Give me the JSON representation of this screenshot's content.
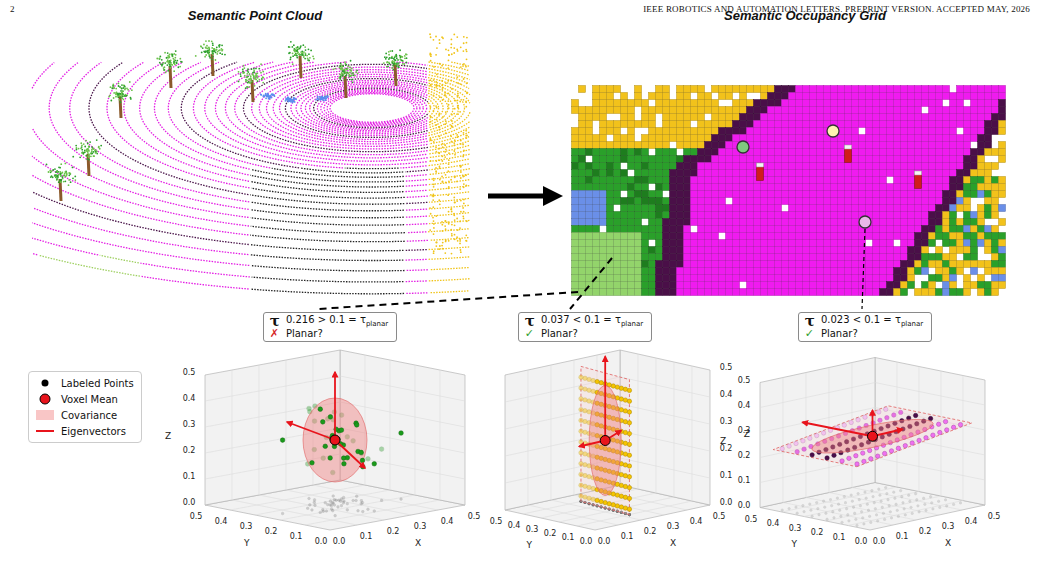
{
  "diagram": {
    "nodes": [
      {
        "text": [
          "Semantic Point Cloud"
        ]
      },
      {
        "text": [
          "Semantic Occupancy Grid"
        ]
      },
      {
        "text": [
          "τ",
          "0.216 > 0.1 = τ",
          "planar",
          "✗",
          "Planar?"
        ]
      },
      {
        "text": [
          "τ",
          "0.037 < 0.1 = τ",
          "planar",
          "✓",
          "Planar?"
        ]
      },
      {
        "text": [
          "τ",
          "0.023 < 0.1 = τ",
          "planar",
          "✓",
          "Planar?"
        ]
      }
    ],
    "edges": [
      {
        "from": 0,
        "to": 1,
        "arrow": "to"
      }
    ],
    "labels": [
      "2",
      "IEEE ROBOTICS AND AUTOMATION LETTERS. PREPRINT VERSION. ACCEPTED MAY, 2026",
      "0.0",
      "0.1",
      "0.2",
      "0.3",
      "0.4",
      "0.5",
      "X",
      "0.0",
      "0.1",
      "0.2",
      "0.3",
      "0.4",
      "0.5",
      "Y",
      "0.0",
      "0.1",
      "0.2",
      "0.3",
      "0.4",
      "0.5",
      "Z",
      "0.0",
      "0.1",
      "0.2",
      "0.3",
      "0.4",
      "0.5",
      "X",
      "0.0",
      "0.1",
      "0.2",
      "0.3",
      "0.4",
      "0.5",
      "Y",
      "0.0",
      "0.1",
      "0.2",
      "0.3",
      "0.4",
      "0.5",
      "Z",
      "0.0",
      "0.1",
      "0.2",
      "0.3",
      "0.4",
      "0.5",
      "X",
      "0.0",
      "0.1",
      "0.2",
      "0.3",
      "0.4",
      "0.5",
      "Y",
      "0.0",
      "0.1",
      "0.2",
      "0.3",
      "0.4",
      "0.5",
      "Z"
    ],
    "legend": [
      {
        "text": "Labeled Points"
      },
      {
        "text": "Voxel Mean"
      },
      {
        "text": "Covariance",
        "color": "#f9c6c6"
      },
      {
        "text": "Eigenvectors"
      }
    ]
  }
}
